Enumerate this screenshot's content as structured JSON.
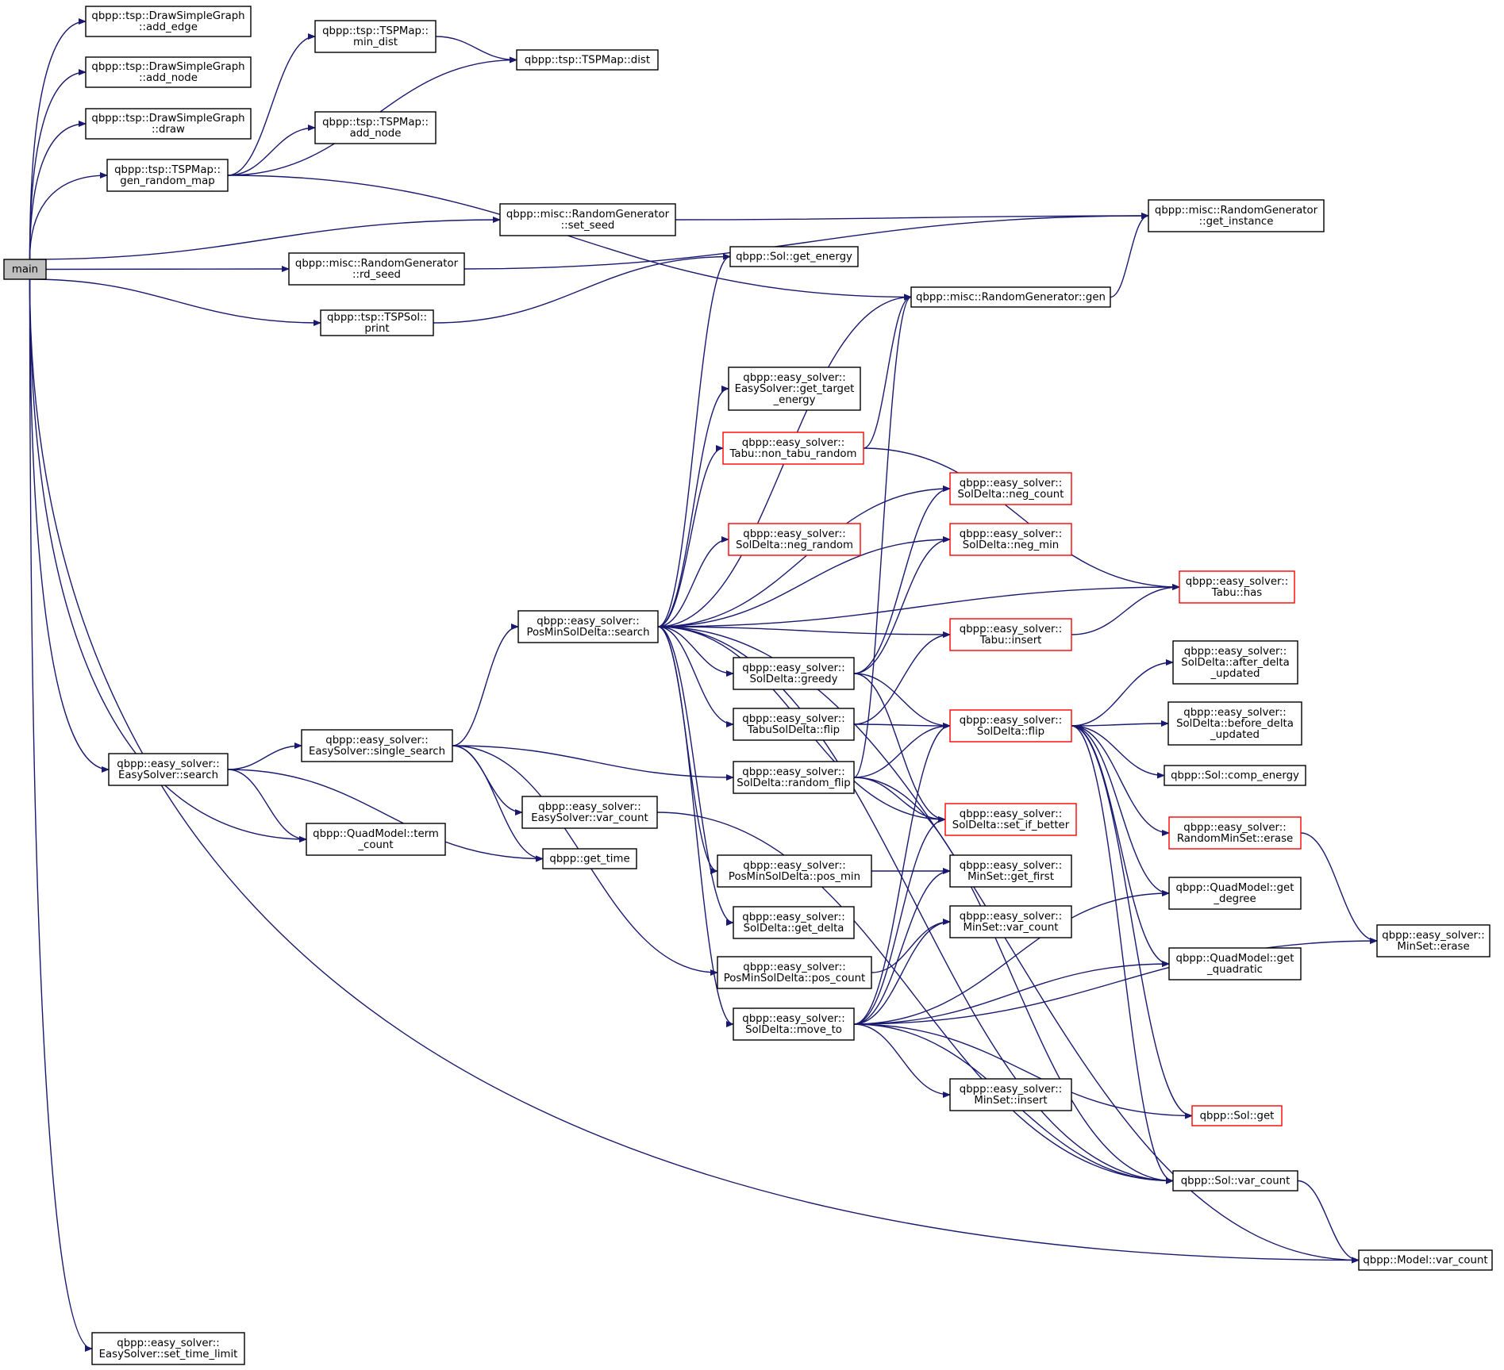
{
  "diagram": {
    "type": "call-graph",
    "edge_color": "#191970",
    "node_border": "#000000",
    "partial_node_border": "#ff0000",
    "root_fill": "#bfbfbf",
    "nodes": [
      {
        "id": "main",
        "lines": [
          "main"
        ],
        "style": "root"
      },
      {
        "id": "dsg_add_edge",
        "lines": [
          "qbpp::tsp::DrawSimpleGraph",
          "::add_edge"
        ],
        "style": "normal"
      },
      {
        "id": "dsg_add_node",
        "lines": [
          "qbpp::tsp::DrawSimpleGraph",
          "::add_node"
        ],
        "style": "normal"
      },
      {
        "id": "dsg_draw",
        "lines": [
          "qbpp::tsp::DrawSimpleGraph",
          "::draw"
        ],
        "style": "normal"
      },
      {
        "id": "tspmap_gen",
        "lines": [
          "qbpp::tsp::TSPMap::",
          "gen_random_map"
        ],
        "style": "normal"
      },
      {
        "id": "tspmap_min_dist",
        "lines": [
          "qbpp::tsp::TSPMap::",
          "min_dist"
        ],
        "style": "normal"
      },
      {
        "id": "tspmap_dist",
        "lines": [
          "qbpp::tsp::TSPMap::dist"
        ],
        "style": "normal"
      },
      {
        "id": "tspmap_add_node",
        "lines": [
          "qbpp::tsp::TSPMap::",
          "add_node"
        ],
        "style": "normal"
      },
      {
        "id": "rg_set_seed",
        "lines": [
          "qbpp::misc::RandomGenerator",
          "::set_seed"
        ],
        "style": "normal"
      },
      {
        "id": "rg_get_instance",
        "lines": [
          "qbpp::misc::RandomGenerator",
          "::get_instance"
        ],
        "style": "normal"
      },
      {
        "id": "rg_rd_seed",
        "lines": [
          "qbpp::misc::RandomGenerator",
          "::rd_seed"
        ],
        "style": "normal"
      },
      {
        "id": "sol_get_energy",
        "lines": [
          "qbpp::Sol::get_energy"
        ],
        "style": "normal"
      },
      {
        "id": "rg_gen",
        "lines": [
          "qbpp::misc::RandomGenerator::gen"
        ],
        "style": "normal"
      },
      {
        "id": "tspsol_print",
        "lines": [
          "qbpp::tsp::TSPSol::",
          "print"
        ],
        "style": "normal"
      },
      {
        "id": "es_get_target",
        "lines": [
          "qbpp::easy_solver::",
          "EasySolver::get_target",
          "_energy"
        ],
        "style": "normal"
      },
      {
        "id": "tabu_non_tabu",
        "lines": [
          "qbpp::easy_solver::",
          "Tabu::non_tabu_random"
        ],
        "style": "red"
      },
      {
        "id": "sd_neg_count",
        "lines": [
          "qbpp::easy_solver::",
          "SolDelta::neg_count"
        ],
        "style": "red"
      },
      {
        "id": "sd_neg_random",
        "lines": [
          "qbpp::easy_solver::",
          "SolDelta::neg_random"
        ],
        "style": "red"
      },
      {
        "id": "sd_neg_min",
        "lines": [
          "qbpp::easy_solver::",
          "SolDelta::neg_min"
        ],
        "style": "red"
      },
      {
        "id": "tabu_has",
        "lines": [
          "qbpp::easy_solver::",
          "Tabu::has"
        ],
        "style": "red"
      },
      {
        "id": "pmsd_search",
        "lines": [
          "qbpp::easy_solver::",
          "PosMinSolDelta::search"
        ],
        "style": "normal"
      },
      {
        "id": "tabu_insert",
        "lines": [
          "qbpp::easy_solver::",
          "Tabu::insert"
        ],
        "style": "red"
      },
      {
        "id": "sd_greedy",
        "lines": [
          "qbpp::easy_solver::",
          "SolDelta::greedy"
        ],
        "style": "normal"
      },
      {
        "id": "sd_after",
        "lines": [
          "qbpp::easy_solver::",
          "SolDelta::after_delta",
          "_updated"
        ],
        "style": "normal"
      },
      {
        "id": "tsd_flip",
        "lines": [
          "qbpp::easy_solver::",
          "TabuSolDelta::flip"
        ],
        "style": "normal"
      },
      {
        "id": "sd_flip",
        "lines": [
          "qbpp::easy_solver::",
          "SolDelta::flip"
        ],
        "style": "red"
      },
      {
        "id": "sd_before",
        "lines": [
          "qbpp::easy_solver::",
          "SolDelta::before_delta",
          "_updated"
        ],
        "style": "normal"
      },
      {
        "id": "es_search",
        "lines": [
          "qbpp::easy_solver::",
          "EasySolver::search"
        ],
        "style": "normal"
      },
      {
        "id": "es_single",
        "lines": [
          "qbpp::easy_solver::",
          "EasySolver::single_search"
        ],
        "style": "normal"
      },
      {
        "id": "sd_random_flip",
        "lines": [
          "qbpp::easy_solver::",
          "SolDelta::random_flip"
        ],
        "style": "normal"
      },
      {
        "id": "sol_comp_energy",
        "lines": [
          "qbpp::Sol::comp_energy"
        ],
        "style": "normal"
      },
      {
        "id": "es_var_count",
        "lines": [
          "qbpp::easy_solver::",
          "EasySolver::var_count"
        ],
        "style": "normal"
      },
      {
        "id": "sd_set_if_better",
        "lines": [
          "qbpp::easy_solver::",
          "SolDelta::set_if_better"
        ],
        "style": "red"
      },
      {
        "id": "rms_erase",
        "lines": [
          "qbpp::easy_solver::",
          "RandomMinSet::erase"
        ],
        "style": "red"
      },
      {
        "id": "qm_term_count",
        "lines": [
          "qbpp::QuadModel::term",
          "_count"
        ],
        "style": "normal"
      },
      {
        "id": "get_time",
        "lines": [
          "qbpp::get_time"
        ],
        "style": "normal"
      },
      {
        "id": "pmsd_pos_min",
        "lines": [
          "qbpp::easy_solver::",
          "PosMinSolDelta::pos_min"
        ],
        "style": "normal"
      },
      {
        "id": "ms_get_first",
        "lines": [
          "qbpp::easy_solver::",
          "MinSet::get_first"
        ],
        "style": "normal"
      },
      {
        "id": "qm_get_degree",
        "lines": [
          "qbpp::QuadModel::get",
          "_degree"
        ],
        "style": "normal"
      },
      {
        "id": "sd_get_delta",
        "lines": [
          "qbpp::easy_solver::",
          "SolDelta::get_delta"
        ],
        "style": "normal"
      },
      {
        "id": "ms_var_count",
        "lines": [
          "qbpp::easy_solver::",
          "MinSet::var_count"
        ],
        "style": "normal"
      },
      {
        "id": "ms_erase",
        "lines": [
          "qbpp::easy_solver::",
          "MinSet::erase"
        ],
        "style": "normal"
      },
      {
        "id": "pmsd_pos_count",
        "lines": [
          "qbpp::easy_solver::",
          "PosMinSolDelta::pos_count"
        ],
        "style": "normal"
      },
      {
        "id": "qm_get_quadratic",
        "lines": [
          "qbpp::QuadModel::get",
          "_quadratic"
        ],
        "style": "normal"
      },
      {
        "id": "sd_move_to",
        "lines": [
          "qbpp::easy_solver::",
          "SolDelta::move_to"
        ],
        "style": "normal"
      },
      {
        "id": "ms_insert",
        "lines": [
          "qbpp::easy_solver::",
          "MinSet::insert"
        ],
        "style": "normal"
      },
      {
        "id": "sol_get",
        "lines": [
          "qbpp::Sol::get"
        ],
        "style": "red"
      },
      {
        "id": "sol_var_count",
        "lines": [
          "qbpp::Sol::var_count"
        ],
        "style": "normal"
      },
      {
        "id": "model_var_count",
        "lines": [
          "qbpp::Model::var_count"
        ],
        "style": "normal"
      },
      {
        "id": "es_set_time_limit",
        "lines": [
          "qbpp::easy_solver::",
          "EasySolver::set_time_limit"
        ],
        "style": "normal"
      }
    ],
    "edges": [
      [
        "main",
        "dsg_add_edge"
      ],
      [
        "main",
        "dsg_add_node"
      ],
      [
        "main",
        "dsg_draw"
      ],
      [
        "main",
        "tspmap_gen"
      ],
      [
        "main",
        "rg_set_seed"
      ],
      [
        "main",
        "rg_rd_seed"
      ],
      [
        "main",
        "tspsol_print"
      ],
      [
        "main",
        "es_search"
      ],
      [
        "main",
        "qm_term_count"
      ],
      [
        "main",
        "model_var_count"
      ],
      [
        "main",
        "es_set_time_limit"
      ],
      [
        "tspmap_gen",
        "tspmap_min_dist"
      ],
      [
        "tspmap_gen",
        "tspmap_dist"
      ],
      [
        "tspmap_gen",
        "tspmap_add_node"
      ],
      [
        "tspmap_gen",
        "rg_gen"
      ],
      [
        "tspmap_min_dist",
        "tspmap_dist"
      ],
      [
        "rg_set_seed",
        "rg_get_instance"
      ],
      [
        "rg_rd_seed",
        "rg_get_instance"
      ],
      [
        "rg_gen",
        "rg_get_instance"
      ],
      [
        "tspsol_print",
        "sol_get_energy"
      ],
      [
        "es_search",
        "es_single"
      ],
      [
        "es_search",
        "qm_term_count"
      ],
      [
        "es_search",
        "get_time"
      ],
      [
        "es_single",
        "pmsd_search"
      ],
      [
        "es_single",
        "sd_random_flip"
      ],
      [
        "es_single",
        "es_var_count"
      ],
      [
        "es_single",
        "get_time"
      ],
      [
        "es_single",
        "pmsd_pos_count"
      ],
      [
        "es_var_count",
        "sol_var_count"
      ],
      [
        "pmsd_search",
        "sol_get_energy"
      ],
      [
        "pmsd_search",
        "rg_gen"
      ],
      [
        "pmsd_search",
        "es_get_target"
      ],
      [
        "pmsd_search",
        "tabu_non_tabu"
      ],
      [
        "pmsd_search",
        "sd_neg_count"
      ],
      [
        "pmsd_search",
        "sd_neg_random"
      ],
      [
        "pmsd_search",
        "sd_neg_min"
      ],
      [
        "pmsd_search",
        "tabu_has"
      ],
      [
        "pmsd_search",
        "tabu_insert"
      ],
      [
        "pmsd_search",
        "sd_greedy"
      ],
      [
        "pmsd_search",
        "tsd_flip"
      ],
      [
        "pmsd_search",
        "sd_set_if_better"
      ],
      [
        "pmsd_search",
        "pmsd_pos_min"
      ],
      [
        "pmsd_search",
        "sd_get_delta"
      ],
      [
        "pmsd_search",
        "sd_move_to"
      ],
      [
        "pmsd_search",
        "sol_var_count"
      ],
      [
        "pmsd_search",
        "model_var_count"
      ],
      [
        "tabu_non_tabu",
        "rg_gen"
      ],
      [
        "tabu_non_tabu",
        "tabu_has"
      ],
      [
        "tabu_insert",
        "tabu_has"
      ],
      [
        "sd_greedy",
        "sd_neg_count"
      ],
      [
        "sd_greedy",
        "sd_neg_min"
      ],
      [
        "sd_greedy",
        "sd_flip"
      ],
      [
        "sd_greedy",
        "sd_set_if_better"
      ],
      [
        "tsd_flip",
        "tabu_insert"
      ],
      [
        "tsd_flip",
        "sd_flip"
      ],
      [
        "sd_random_flip",
        "rg_gen"
      ],
      [
        "sd_random_flip",
        "sd_flip"
      ],
      [
        "sd_random_flip",
        "sd_set_if_better"
      ],
      [
        "sd_random_flip",
        "sol_var_count"
      ],
      [
        "sd_flip",
        "sd_after"
      ],
      [
        "sd_flip",
        "sd_before"
      ],
      [
        "sd_flip",
        "sol_comp_energy"
      ],
      [
        "sd_flip",
        "rms_erase"
      ],
      [
        "sd_flip",
        "qm_get_degree"
      ],
      [
        "sd_flip",
        "qm_get_quadratic"
      ],
      [
        "sd_flip",
        "sol_get"
      ],
      [
        "sd_flip",
        "sol_var_count"
      ],
      [
        "rms_erase",
        "ms_erase"
      ],
      [
        "pmsd_pos_min",
        "ms_get_first"
      ],
      [
        "pmsd_pos_count",
        "ms_var_count"
      ],
      [
        "sd_move_to",
        "sd_flip"
      ],
      [
        "sd_move_to",
        "sd_set_if_better"
      ],
      [
        "sd_move_to",
        "ms_get_first"
      ],
      [
        "sd_move_to",
        "ms_var_count"
      ],
      [
        "sd_move_to",
        "qm_get_degree"
      ],
      [
        "sd_move_to",
        "qm_get_quadratic"
      ],
      [
        "sd_move_to",
        "ms_erase"
      ],
      [
        "sd_move_to",
        "ms_insert"
      ],
      [
        "sd_move_to",
        "sol_get"
      ],
      [
        "sd_move_to",
        "sol_var_count"
      ],
      [
        "sol_var_count",
        "model_var_count"
      ]
    ]
  }
}
